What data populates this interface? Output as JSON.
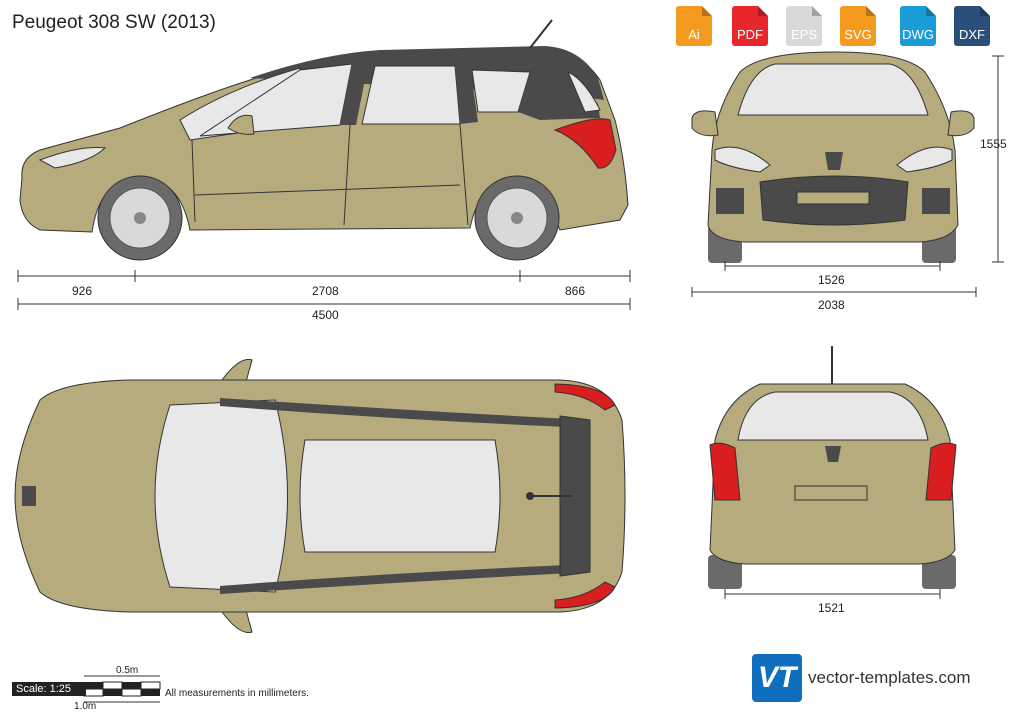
{
  "title": "Peugeot 308 SW (2013)",
  "formats": [
    {
      "label": "Ai",
      "color": "#f39a1f"
    },
    {
      "label": "PDF",
      "color": "#e8262b"
    },
    {
      "label": "EPS",
      "color": "#d9d9d9"
    },
    {
      "label": "SVG",
      "color": "#f39a1f"
    },
    {
      "label": "DWG",
      "color": "#1a9cd8"
    },
    {
      "label": "DXF",
      "color": "#2a4f7a"
    }
  ],
  "dimensions": {
    "front_overhang": "926",
    "wheelbase": "2708",
    "rear_overhang": "866",
    "length": "4500",
    "height": "1555",
    "front_track": "1526",
    "width": "2038",
    "rear_track": "1521"
  },
  "scale": {
    "label": "Scale: 1:25",
    "half_meter": "0.5m",
    "one_meter": "1.0m"
  },
  "note": "All measurements in millimeters.",
  "brand": {
    "logo_text": "VT",
    "name": "vector-templates.com"
  },
  "colors": {
    "body": "#b5ab7d",
    "glass": "#e8e8e8",
    "dark": "#5a5a5a",
    "taillight": "#d81e1e",
    "tire": "#6a6a6a"
  }
}
